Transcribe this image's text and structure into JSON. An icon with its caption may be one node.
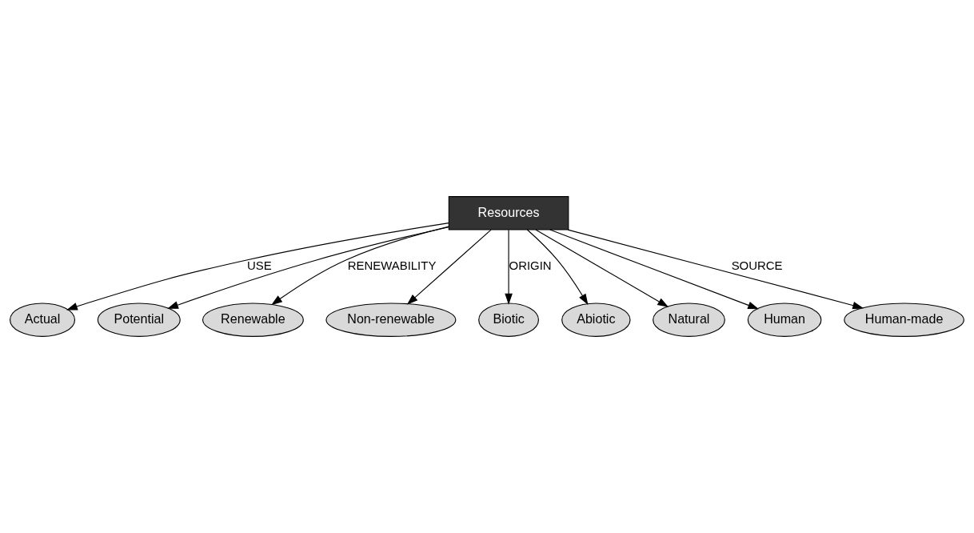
{
  "diagram": {
    "nodes": [
      {
        "text": [
          "Resources"
        ]
      },
      {
        "text": [
          "Actual"
        ]
      },
      {
        "text": [
          "Potential"
        ]
      },
      {
        "text": [
          "Renewable"
        ]
      },
      {
        "text": [
          "Non-renewable"
        ]
      },
      {
        "text": [
          "Biotic"
        ]
      },
      {
        "text": [
          "Abiotic"
        ]
      },
      {
        "text": [
          "Natural"
        ]
      },
      {
        "text": [
          "Human"
        ]
      },
      {
        "text": [
          "Human-made"
        ]
      }
    ],
    "edges": [
      {
        "from": 0,
        "to": 1,
        "arrow": "to",
        "label": "USE"
      },
      {
        "from": 0,
        "to": 2,
        "arrow": "to"
      },
      {
        "from": 0,
        "to": 3,
        "arrow": "to",
        "label": "RENEWABILITY"
      },
      {
        "from": 0,
        "to": 4,
        "arrow": "to"
      },
      {
        "from": 0,
        "to": 7,
        "arrow": "to"
      },
      {
        "from": 0,
        "to": 9,
        "arrow": "to",
        "label": "SOURCE"
      },
      {
        "from": 0,
        "to": 8,
        "arrow": "to"
      },
      {
        "from": 0,
        "to": 5,
        "arrow": "to",
        "label": "ORIGIN"
      },
      {
        "from": 0,
        "to": 6,
        "arrow": "to"
      }
    ]
  }
}
